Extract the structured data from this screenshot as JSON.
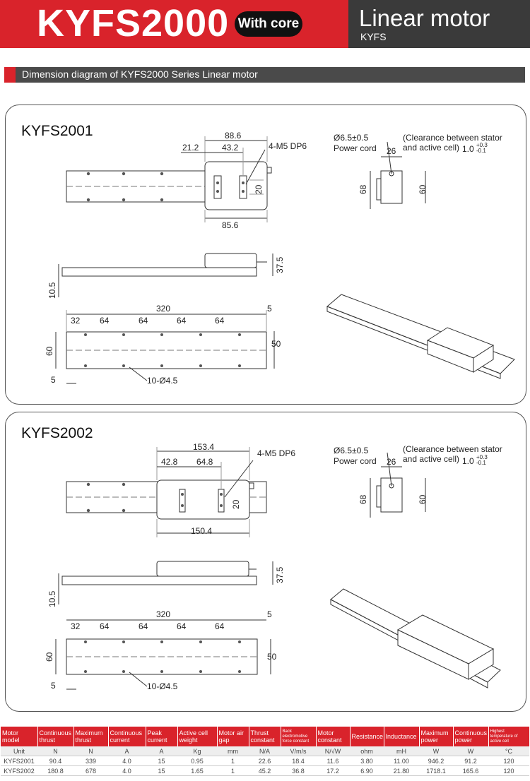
{
  "header": {
    "model": "KYFS2000",
    "badge": "With core",
    "category": "Linear motor",
    "category_sub": "KYFS"
  },
  "section": {
    "title": "Dimension diagram of KYFS2000 Series Linear motor"
  },
  "panels": [
    {
      "model": "KYFS2001",
      "top": {
        "width": "88.6",
        "offset": "21.2",
        "pitch": "43.2",
        "hole": "4-M5 DP6",
        "slot": "20",
        "base": "85.6"
      },
      "end": {
        "cord": "Ø6.5±0.5",
        "cord_label": "Power cord",
        "clearance": "(Clearance between stator",
        "clearance2": "and active cell)",
        "gap_nom": "1.0",
        "gap_up": "+0.3",
        "gap_lo": "-0.1",
        "w": "26",
        "h1": "68",
        "h2": "60"
      },
      "side": {
        "height": "37.5",
        "rail": "10.5"
      },
      "rail": {
        "length": "320",
        "end": "5",
        "first": "32",
        "pitch": [
          "64",
          "64",
          "64",
          "64"
        ],
        "width": "60",
        "inner": "50",
        "edge": "5",
        "holes": "10-Ø4.5"
      }
    },
    {
      "model": "KYFS2002",
      "top": {
        "width": "153.4",
        "offset": "42.8",
        "pitch": "64.8",
        "hole": "4-M5 DP6",
        "slot": "20",
        "base": "150.4"
      },
      "end": {
        "cord": "Ø6.5±0.5",
        "cord_label": "Power cord",
        "clearance": "(Clearance between stator",
        "clearance2": "and active cell)",
        "gap_nom": "1.0",
        "gap_up": "+0.3",
        "gap_lo": "-0.1",
        "w": "26",
        "h1": "68",
        "h2": "60"
      },
      "side": {
        "height": "37.5",
        "rail": "10.5"
      },
      "rail": {
        "length": "320",
        "end": "5",
        "first": "32",
        "pitch": [
          "64",
          "64",
          "64",
          "64"
        ],
        "width": "60",
        "inner": "50",
        "edge": "5",
        "holes": "10-Ø4.5"
      }
    }
  ],
  "table": {
    "headers": [
      "Motor model",
      "Continuous thrust",
      "Maximum thrust",
      "Continuous current",
      "Peak current",
      "Active cell weight",
      "Motor air gap",
      "Thrust constant",
      "Back electromotive force constant",
      "Motor constant",
      "Resistance",
      "Inductance",
      "Maximum power",
      "Continuous power",
      "Highest temperature of active cell"
    ],
    "units": [
      "Unit",
      "N",
      "N",
      "A",
      "A",
      "Kg",
      "mm",
      "N/A",
      "V/m/s",
      "N/√W",
      "ohm",
      "mH",
      "W",
      "W",
      "°C"
    ],
    "rows": [
      [
        "KYFS2001",
        "90.4",
        "339",
        "4.0",
        "15",
        "0.95",
        "1",
        "22.6",
        "18.4",
        "11.6",
        "3.80",
        "11.00",
        "946.2",
        "91.2",
        "120"
      ],
      [
        "KYFS2002",
        "180.8",
        "678",
        "4.0",
        "15",
        "1.65",
        "1",
        "45.2",
        "36.8",
        "17.2",
        "6.90",
        "21.80",
        "1718.1",
        "165.6",
        "120"
      ]
    ]
  }
}
